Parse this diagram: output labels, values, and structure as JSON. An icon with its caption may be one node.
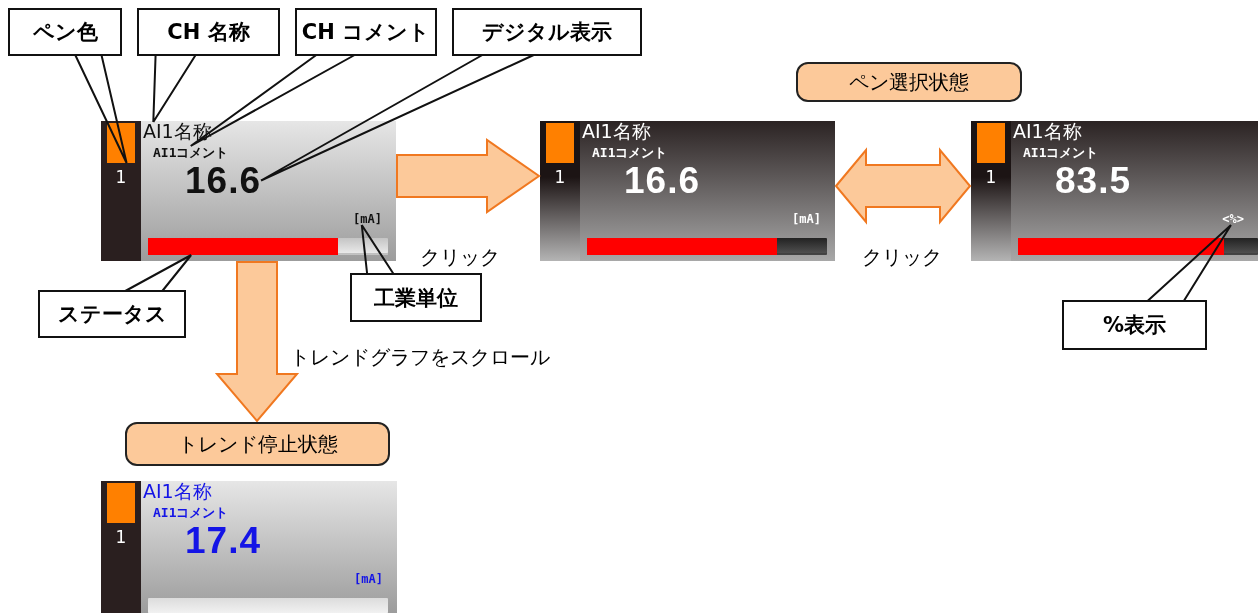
{
  "diagram": {
    "nodes": [
      {
        "text": [
          "ペン色"
        ]
      },
      {
        "text": [
          "CH 名称"
        ]
      },
      {
        "text": [
          "CH コメント"
        ]
      },
      {
        "text": [
          "デジタル表示"
        ]
      },
      {
        "text": [
          "ペン選択状態"
        ]
      },
      {
        "text": [],
        "shape": "box"
      },
      {
        "text": [],
        "shape": "box",
        "in": 5
      },
      {
        "text": [
          "AI1名称"
        ],
        "in": 5
      },
      {
        "text": [
          "AI1コメント"
        ],
        "in": 5
      },
      {
        "text": [
          "1"
        ],
        "in": 5
      },
      {
        "text": [
          "16.6"
        ],
        "in": 5
      },
      {
        "text": [
          "[mA]"
        ],
        "in": 5
      },
      {
        "text": [],
        "shape": "bar",
        "in": 5
      },
      {
        "text": [],
        "shape": "box"
      },
      {
        "text": [],
        "shape": "box",
        "in": 13
      },
      {
        "text": [
          "AI1名称"
        ],
        "in": 13
      },
      {
        "text": [
          "AI1コメント"
        ],
        "in": 13
      },
      {
        "text": [
          "1"
        ],
        "in": 13
      },
      {
        "text": [
          "16.6"
        ],
        "in": 13
      },
      {
        "text": [
          "[mA]"
        ],
        "in": 13
      },
      {
        "text": [],
        "shape": "bar",
        "in": 13
      },
      {
        "text": [],
        "shape": "box"
      },
      {
        "text": [],
        "shape": "box",
        "in": 21
      },
      {
        "text": [
          "AI1名称"
        ],
        "in": 21
      },
      {
        "text": [
          "AI1コメント"
        ],
        "in": 21
      },
      {
        "text": [
          "1"
        ],
        "in": 21
      },
      {
        "text": [
          "83.5"
        ],
        "in": 21
      },
      {
        "text": [
          "<%>"
        ],
        "in": 21
      },
      {
        "text": [],
        "shape": "bar",
        "in": 21
      },
      {
        "text": [
          "ステータス"
        ]
      },
      {
        "text": [
          "工業単位"
        ]
      },
      {
        "text": [
          "%表示"
        ]
      },
      {
        "text": [
          "トレンド停止状態"
        ]
      },
      {
        "text": [],
        "shape": "box"
      },
      {
        "text": [],
        "shape": "box",
        "in": 33
      },
      {
        "text": [
          "AI1名称"
        ],
        "in": 33
      },
      {
        "text": [
          "AI1コメント"
        ],
        "in": 33
      },
      {
        "text": [
          "1"
        ],
        "in": 33
      },
      {
        "text": [
          "17.4"
        ],
        "in": 33
      },
      {
        "text": [
          "[mA]"
        ],
        "in": 33
      },
      {
        "text": [],
        "shape": "bar",
        "in": 33
      }
    ],
    "edges": [
      {
        "from": 0,
        "to": 6,
        "arrow": "none"
      },
      {
        "from": 1,
        "to": 7,
        "arrow": "none"
      },
      {
        "from": 2,
        "to": 8,
        "arrow": "none"
      },
      {
        "from": 3,
        "to": 10,
        "arrow": "none"
      },
      {
        "from": 29,
        "to": 12,
        "arrow": "none"
      },
      {
        "from": 30,
        "to": 11,
        "arrow": "none"
      },
      {
        "from": 31,
        "to": 27,
        "arrow": "none"
      },
      {
        "from": 5,
        "to": 13,
        "arrow": "to",
        "label": "クリック"
      },
      {
        "from": 13,
        "to": 21,
        "arrow": "both",
        "label": "クリック"
      },
      {
        "from": 5,
        "to": 32,
        "arrow": "to",
        "label": "トレンドグラフをスクロール"
      }
    ]
  }
}
